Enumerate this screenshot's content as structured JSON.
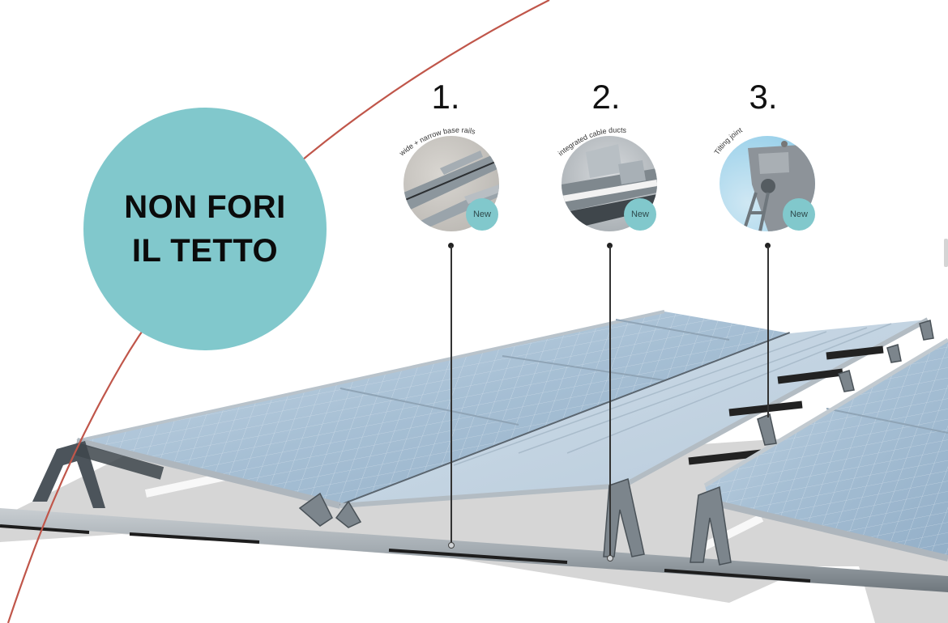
{
  "headline": {
    "line1": "NON FORI",
    "line2": "IL TETTO",
    "color": "#81c8cc"
  },
  "callouts": [
    {
      "number": "1.",
      "caption": "wide + narrow base rails",
      "tag": "New"
    },
    {
      "number": "2.",
      "caption": "integrated cable ducts",
      "tag": "New"
    },
    {
      "number": "3.",
      "caption": "Tilting joint",
      "tag": "New"
    }
  ],
  "colors": {
    "accent_teal": "#81c8cc",
    "arc_red": "#c0564a",
    "panel_blue": "#a9c3d8",
    "rail_gray": "#9aa3aa",
    "shadow_gray": "#d4d4d4"
  }
}
